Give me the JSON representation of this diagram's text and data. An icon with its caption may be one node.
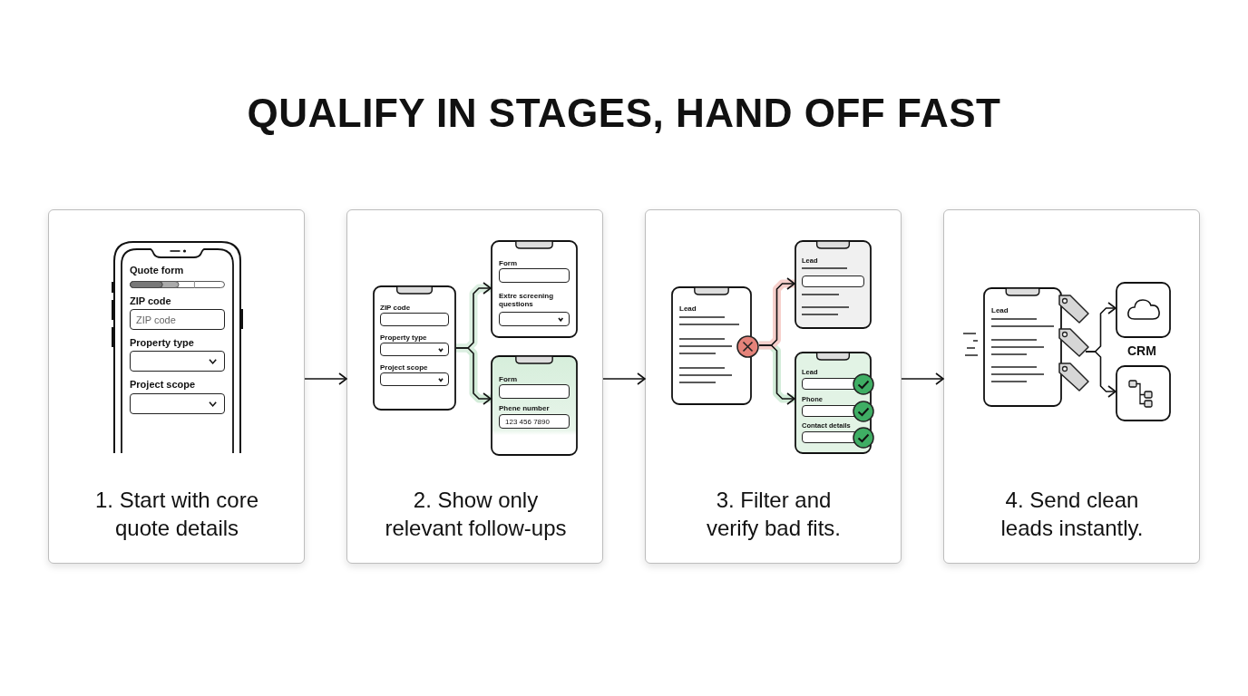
{
  "diagram": {
    "title": "QUALIFY IN STAGES, HAND OFF FAST",
    "nodes": [
      {
        "text": [
          "1. Start with core quote details"
        ]
      },
      {
        "text": [
          "Quote form",
          "ZIP code",
          "ZIP code",
          "Property type",
          "Project scope"
        ],
        "in": 0
      },
      {
        "text": [
          "2. Show only relevant follow-ups"
        ]
      },
      {
        "text": [
          "ZIP code",
          "Property type",
          "Project scope"
        ],
        "in": 2
      },
      {
        "text": [
          "Form",
          "Extre screening questions"
        ],
        "in": 2
      },
      {
        "text": [
          "Form",
          "Phene number",
          "123 456 7890"
        ],
        "in": 2
      },
      {
        "text": [
          "3. Filter and verify bad fits."
        ]
      },
      {
        "text": [
          "Lead"
        ],
        "in": 6
      },
      {
        "text": [],
        "shape": "circle",
        "in": 6
      },
      {
        "text": [
          "Lead"
        ],
        "in": 6
      },
      {
        "text": [
          "Lead",
          "Phone",
          "Contact details"
        ],
        "in": 6
      },
      {
        "text": [
          "4. Send clean leads instantly."
        ]
      },
      {
        "text": [
          "Lead"
        ],
        "in": 11
      },
      {
        "text": [],
        "shape": "box",
        "in": 11
      },
      {
        "text": [],
        "shape": "box",
        "in": 11
      }
    ],
    "edges": [
      {
        "from": 0,
        "to": 2,
        "arrow": "to"
      },
      {
        "from": 2,
        "to": 6,
        "arrow": "to"
      },
      {
        "from": 6,
        "to": 11,
        "arrow": "to"
      },
      {
        "from": 3,
        "to": 4,
        "arrow": "to"
      },
      {
        "from": 3,
        "to": 5,
        "arrow": "to"
      },
      {
        "from": 8,
        "to": 9,
        "arrow": "to"
      },
      {
        "from": 8,
        "to": 10,
        "arrow": "to"
      },
      {
        "from": 12,
        "to": 13,
        "arrow": "to"
      },
      {
        "from": 12,
        "to": 14,
        "arrow": "to"
      }
    ],
    "labels": [
      "CRM"
    ]
  }
}
